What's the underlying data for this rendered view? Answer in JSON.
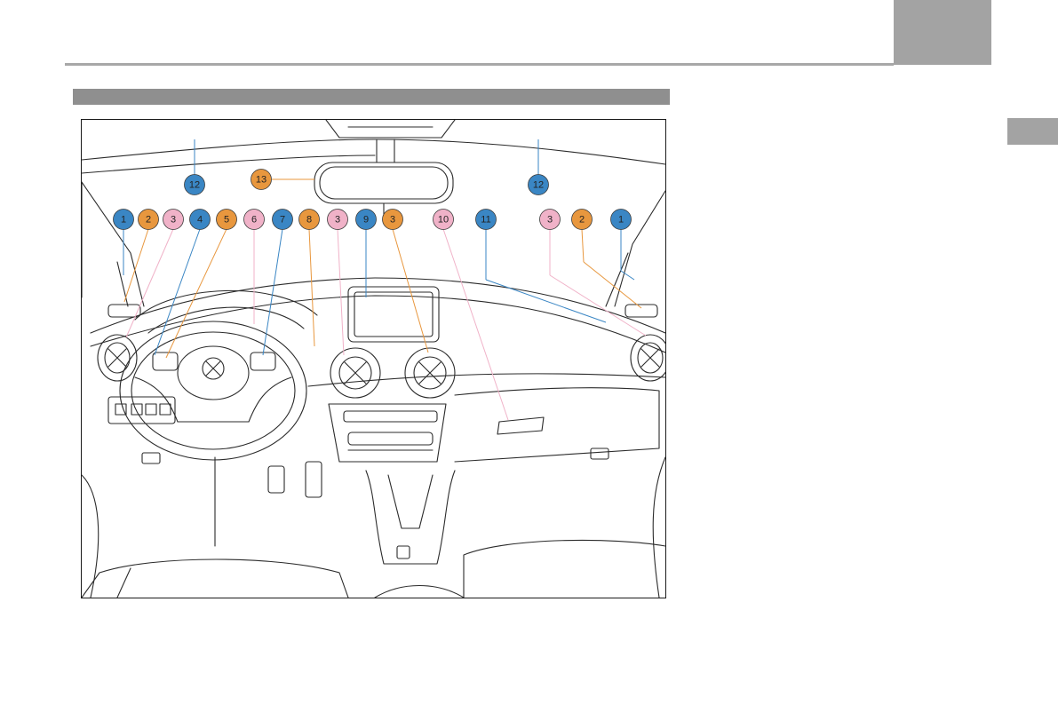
{
  "colors": {
    "blue": "#3a86c4",
    "orange": "#e8973e",
    "pink": "#f0b2c8",
    "header_gray": "#a8a8a8",
    "section_bar": "#8f8f8f"
  },
  "figure": {
    "callouts": [
      {
        "label": "1",
        "color": "blue"
      },
      {
        "label": "2",
        "color": "orange"
      },
      {
        "label": "3",
        "color": "pink"
      },
      {
        "label": "4",
        "color": "blue"
      },
      {
        "label": "5",
        "color": "orange"
      },
      {
        "label": "6",
        "color": "pink"
      },
      {
        "label": "7",
        "color": "blue"
      },
      {
        "label": "8",
        "color": "orange"
      },
      {
        "label": "3",
        "color": "pink"
      },
      {
        "label": "9",
        "color": "blue"
      },
      {
        "label": "3",
        "color": "orange"
      },
      {
        "label": "10",
        "color": "pink"
      },
      {
        "label": "11",
        "color": "blue"
      },
      {
        "label": "3",
        "color": "pink"
      },
      {
        "label": "2",
        "color": "orange"
      },
      {
        "label": "1",
        "color": "blue"
      },
      {
        "label": "12",
        "color": "blue"
      },
      {
        "label": "12",
        "color": "blue"
      },
      {
        "label": "13",
        "color": "orange"
      }
    ]
  }
}
